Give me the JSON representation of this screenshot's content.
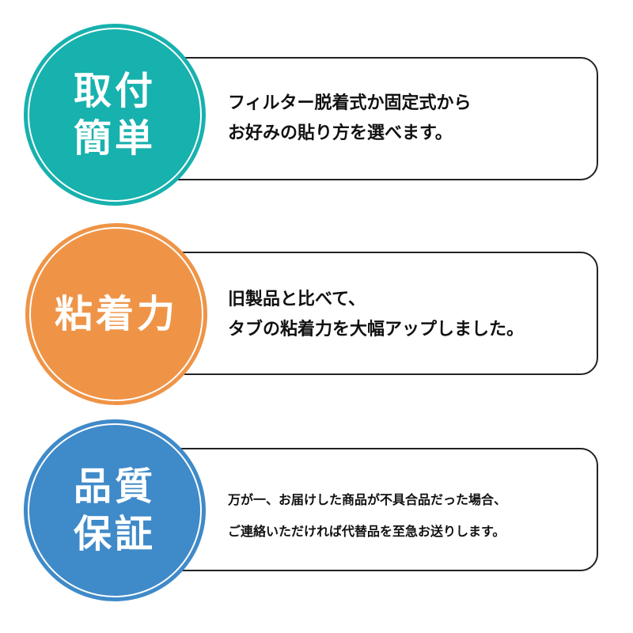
{
  "colors": {
    "teal": "#17b1ae",
    "orange": "#ef9447",
    "blue": "#3f8ac9"
  },
  "features": [
    {
      "badge": [
        "取付",
        "簡単"
      ],
      "lines": [
        "フィルター脱着式か固定式から",
        "お好みの貼り方を選べます。"
      ]
    },
    {
      "badge": [
        "粘着力"
      ],
      "lines": [
        "旧製品と比べて、",
        "タブの粘着力を大幅アップしました。"
      ]
    },
    {
      "badge": [
        "品質",
        "保証"
      ],
      "lines": [
        "万が一、お届けした商品が不具合品だった場合、",
        "ご連絡いただければ代替品を至急お送りします。"
      ]
    }
  ]
}
